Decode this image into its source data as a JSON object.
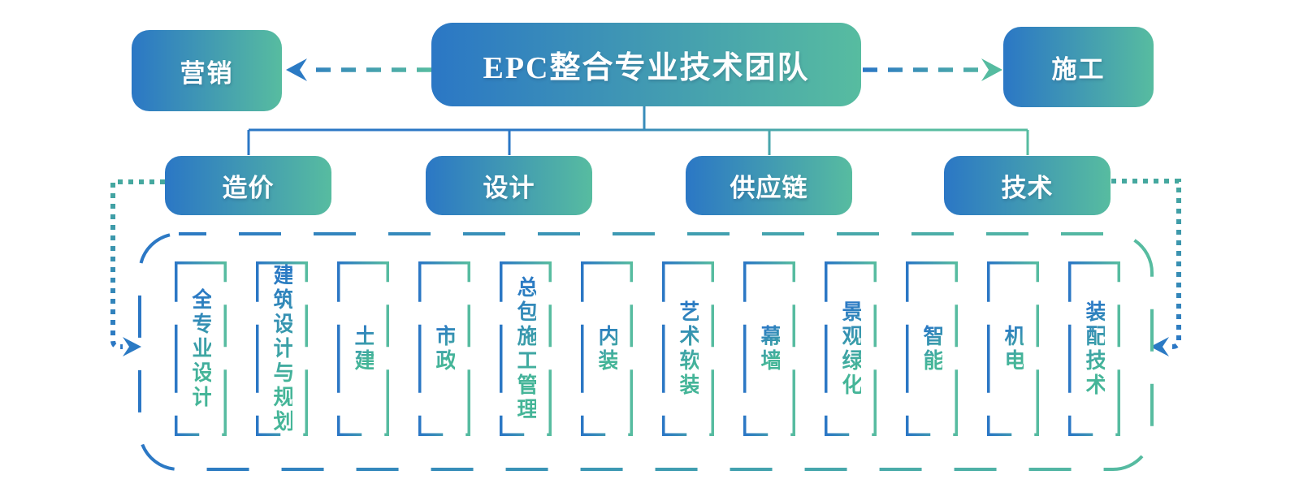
{
  "title": {
    "label": "EPC整合专业技术团队"
  },
  "satellites": {
    "left": {
      "label": "营销"
    },
    "right": {
      "label": "施工"
    }
  },
  "categories": [
    {
      "label": "造价"
    },
    {
      "label": "设计"
    },
    {
      "label": "供应链"
    },
    {
      "label": "技术"
    }
  ],
  "specialties": [
    "全专业设计",
    "建筑设计与规划",
    "土建",
    "市政",
    "总包施工管理",
    "内装",
    "艺术软装",
    "幕墙",
    "景观绿化",
    "智能",
    "机电",
    "装配技术"
  ],
  "colors": {
    "gradient_start": "#2B77C5",
    "gradient_end": "#57BCA0",
    "box_text": "#FFFFFF",
    "item_text_start": "#2B7AC4",
    "item_text_end": "#45B598",
    "dotted_teal": "#45A89F",
    "arrowhead_blue": "#2B7AC4",
    "arrowhead_green": "#55BBA0"
  }
}
